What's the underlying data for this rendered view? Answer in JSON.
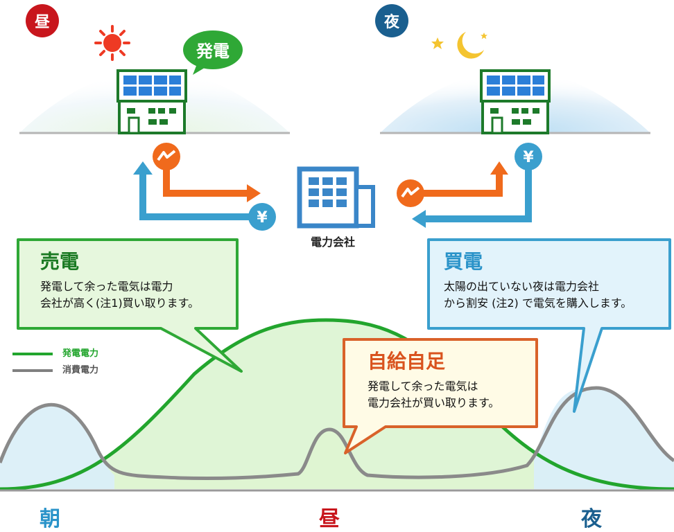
{
  "badges": {
    "day": "昼",
    "night": "夜"
  },
  "speech_bubble": "発電",
  "company_label": "電力会社",
  "callouts": {
    "sell": {
      "title": "売電",
      "body": "発電して余った電気は電力\n会社が高く(注1)買い取ります。"
    },
    "buy": {
      "title": "買電",
      "body": "太陽の出ていない夜は電力会社\nから割安 (注2) で電気を購入します。"
    },
    "self": {
      "title": "自給自足",
      "body": "発電して余った電気は\n電力会社が買い取ります。"
    }
  },
  "legend": [
    {
      "label": "発電電力",
      "color": "#22a52d"
    },
    {
      "label": "消費電力",
      "color": "#808080"
    }
  ],
  "axis_labels": {
    "morning": "朝",
    "noon": "昼",
    "night": "夜"
  },
  "icons": {
    "power": "lightning-icon",
    "money": "yen-icon",
    "sun": "sun-icon",
    "moon": "moon-icon",
    "star": "star-icon"
  },
  "colors": {
    "green": "#22a52d",
    "gray": "#808080",
    "orange": "#f06a1c",
    "blue": "#3a9fce",
    "red_badge": "#c8161d",
    "blue_badge": "#1a5f8f",
    "axis_morning": "#2a93c9",
    "axis_noon": "#c8161d",
    "axis_night": "#1a5f8f",
    "sell_title": "#1a7a22",
    "buy_title": "#2a93c9",
    "self_title": "#d9531e"
  },
  "yen_symbol": "¥"
}
